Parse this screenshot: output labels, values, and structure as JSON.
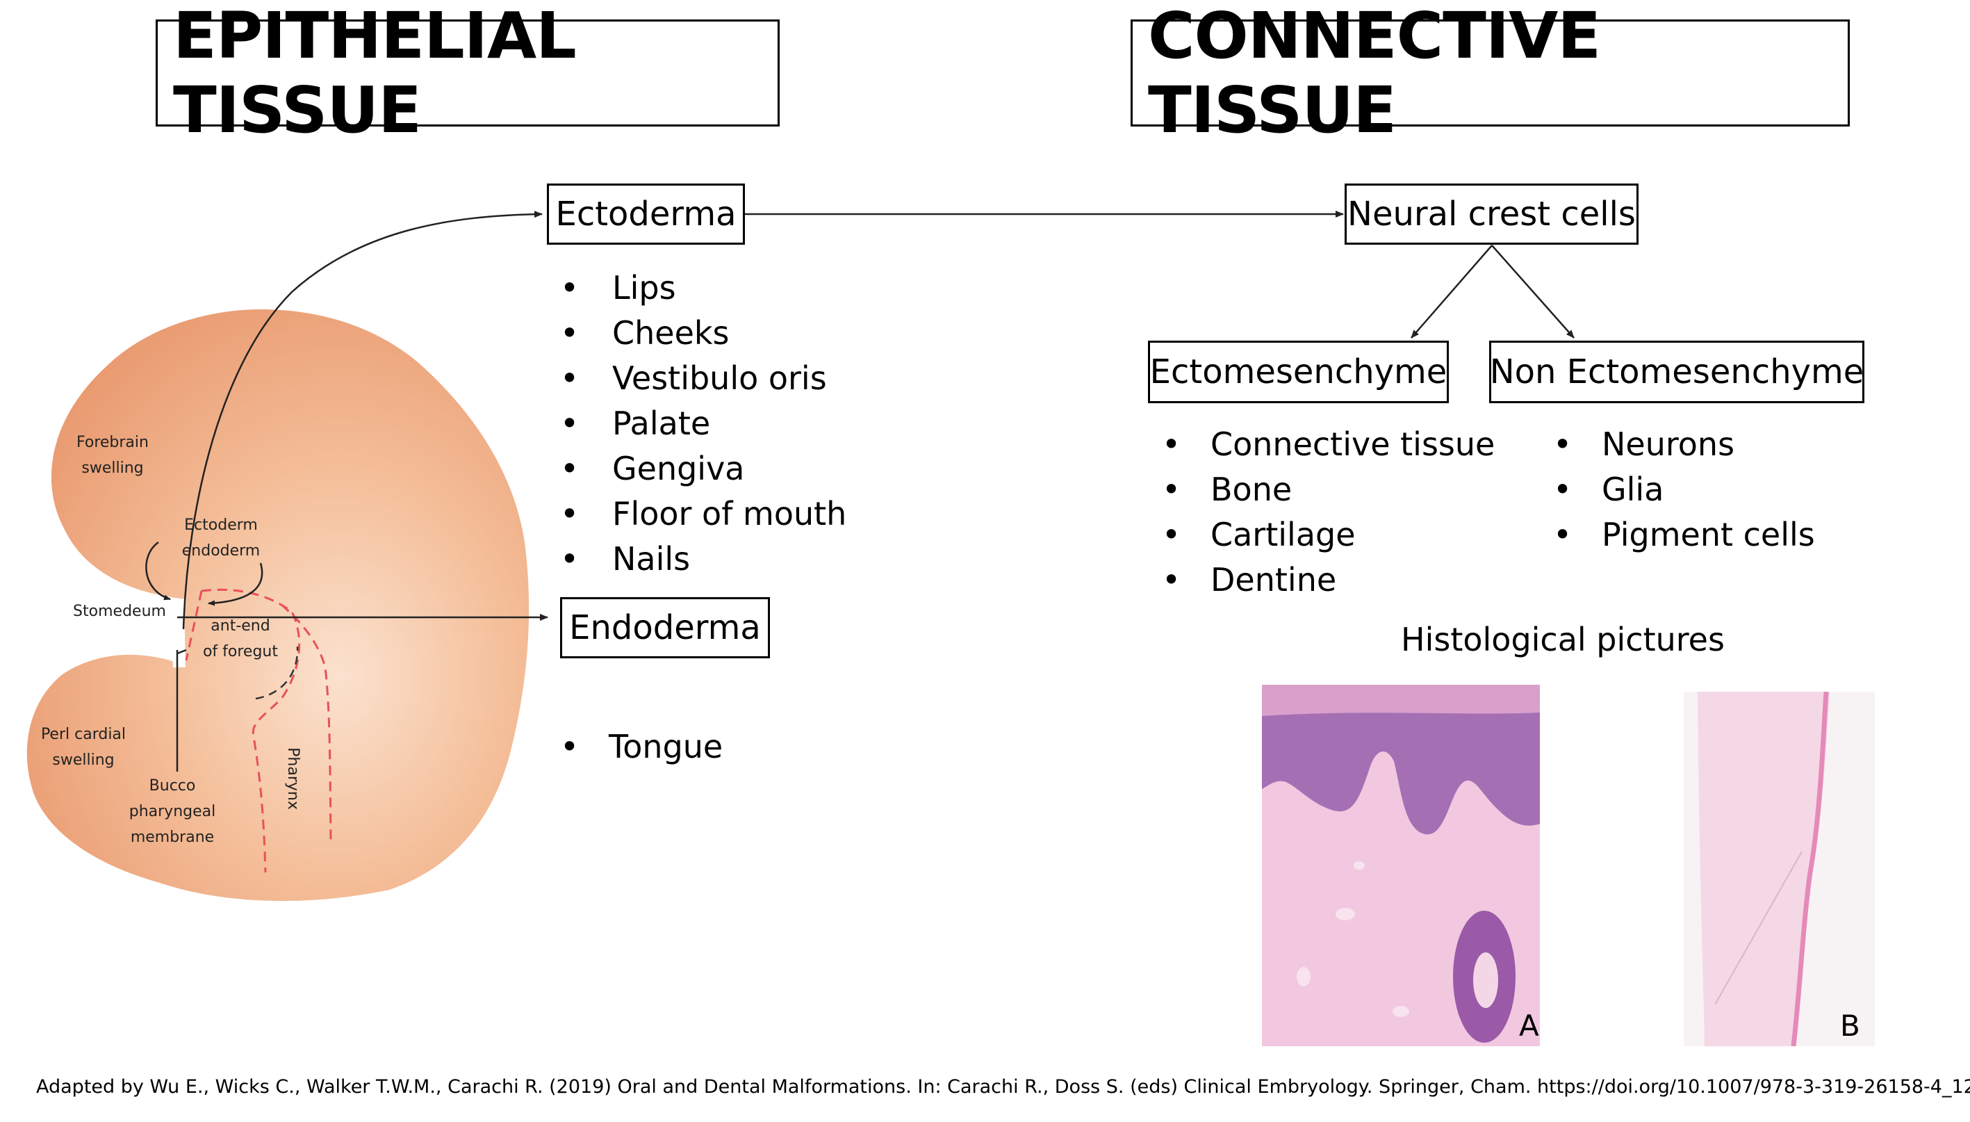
{
  "titles": {
    "epithelial": "EPITHELIAL TISSUE",
    "connective": "CONNECTIVE TISSUE"
  },
  "nodes": {
    "ectoderma": "Ectoderma",
    "endoderma": "Endoderma",
    "neural_crest": "Neural crest cells",
    "ectomesenchyme": "Ectomesenchyme",
    "non_ectomesenchyme": "Non Ectomesenchyme"
  },
  "ectoderma_list": [
    "Lips",
    "Cheeks",
    "Vestibulo oris",
    "Palate",
    "Gengiva",
    "Floor of mouth",
    "Nails"
  ],
  "endoderma_list": [
    "Tongue"
  ],
  "ectomesenchyme_list": [
    "Connective tissue",
    "Bone",
    "Cartilage",
    "Dentine"
  ],
  "non_ectomesenchyme_list": [
    "Neurons",
    "Glia",
    "Pigment cells"
  ],
  "histology": {
    "title": "Histological pictures",
    "label_a": "A",
    "label_b": "B"
  },
  "embryo_labels": {
    "forebrain_1": "Forebrain",
    "forebrain_2": "swelling",
    "ectoderm": "Ectoderm",
    "endoderm": "endoderm",
    "stomedeum": "Stomedeum",
    "antend_1": "ant-end",
    "antend_2": "of foregut",
    "perl_1": "Perl cardial",
    "perl_2": "swelling",
    "bucco_1": "Bucco",
    "bucco_2": "pharyngeal",
    "bucco_3": "membrane",
    "pharynx": "Pharynx"
  },
  "footer": "Adapted by Wu E., Wicks C., Walker T.W.M., Carachi R. (2019) Oral and Dental Malformations. In: Carachi R., Doss S. (eds) Clinical Embryology. Springer, Cham. https://doi.org/10.1007/978-3-319-26158-4_12",
  "colors": {
    "embryo": "#e8956a",
    "embryo_light": "#f6c9a8",
    "dashed": "#e8505a",
    "he_pink": "#e9a3cf",
    "he_purple": "#9a5aa8"
  }
}
